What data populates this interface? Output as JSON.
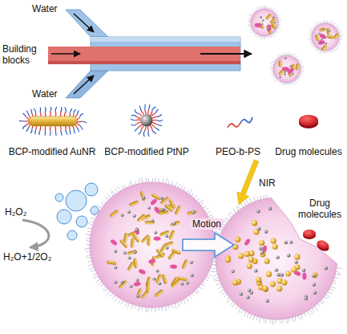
{
  "diagram": {
    "labels": [
      "Water",
      "Building blocks",
      "Water",
      "H₂O₂",
      "H₂O+1/2O₂",
      "Motion",
      "NIR",
      "Drug molecules"
    ],
    "legend": [
      {
        "text": "BCP-modified AuNR"
      },
      {
        "text": "BCP-modified PtNP"
      },
      {
        "text": "PEO-b-PS"
      },
      {
        "text": "Drug molecules"
      }
    ]
  }
}
